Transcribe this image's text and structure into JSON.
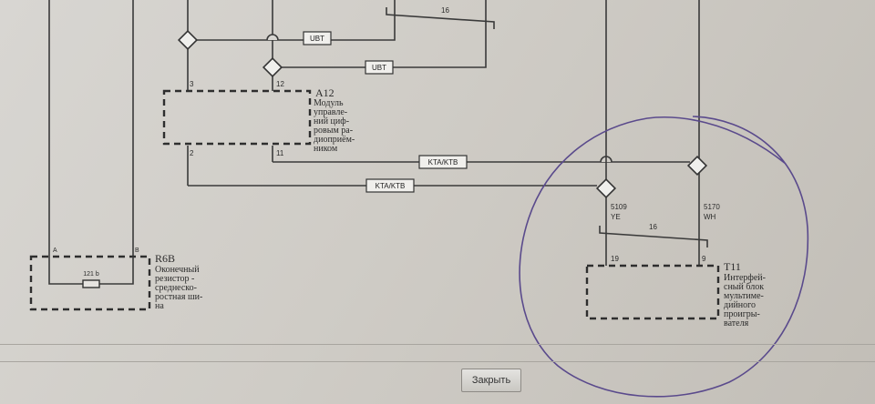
{
  "diagram": {
    "harness_labels": {
      "ubt_top": "UBT",
      "ubt_mid": "UBT",
      "kta_upper": "KTA/KTB",
      "kta_lower": "KTA/KTB",
      "twist_top": "16",
      "twist_bottom": "16"
    },
    "pins": {
      "a12_pin3": "3",
      "a12_pin12": "12",
      "a12_pin2": "2",
      "a12_pin11": "11",
      "r6b_pin_a": "A",
      "r6b_pin_b": "B",
      "t11_pin19": "19",
      "t11_pin9": "9"
    },
    "wires": {
      "w5109_num": "5109",
      "w5109_color": "YE",
      "w5170_num": "5170",
      "w5170_color": "WH"
    },
    "components": {
      "a12": {
        "id": "A12",
        "desc_lines": [
          "Модуль",
          "управле-",
          "ний циф-",
          "ровым ра-",
          "диоприём-",
          "ником"
        ]
      },
      "r6b": {
        "id": "R6B",
        "value": "121 b",
        "desc_lines": [
          "Оконечный",
          "резистор -",
          "среднеско-",
          "ростная ши-",
          "на"
        ]
      },
      "t11": {
        "id": "T11",
        "desc_lines": [
          "Интерфей-",
          "сный блок",
          "мультиме-",
          "дийного",
          "проигры-",
          "вателя"
        ]
      }
    }
  },
  "footer": {
    "close_label": "Закрыть"
  },
  "colors": {
    "annotation_circle": "#5a4a8c"
  }
}
